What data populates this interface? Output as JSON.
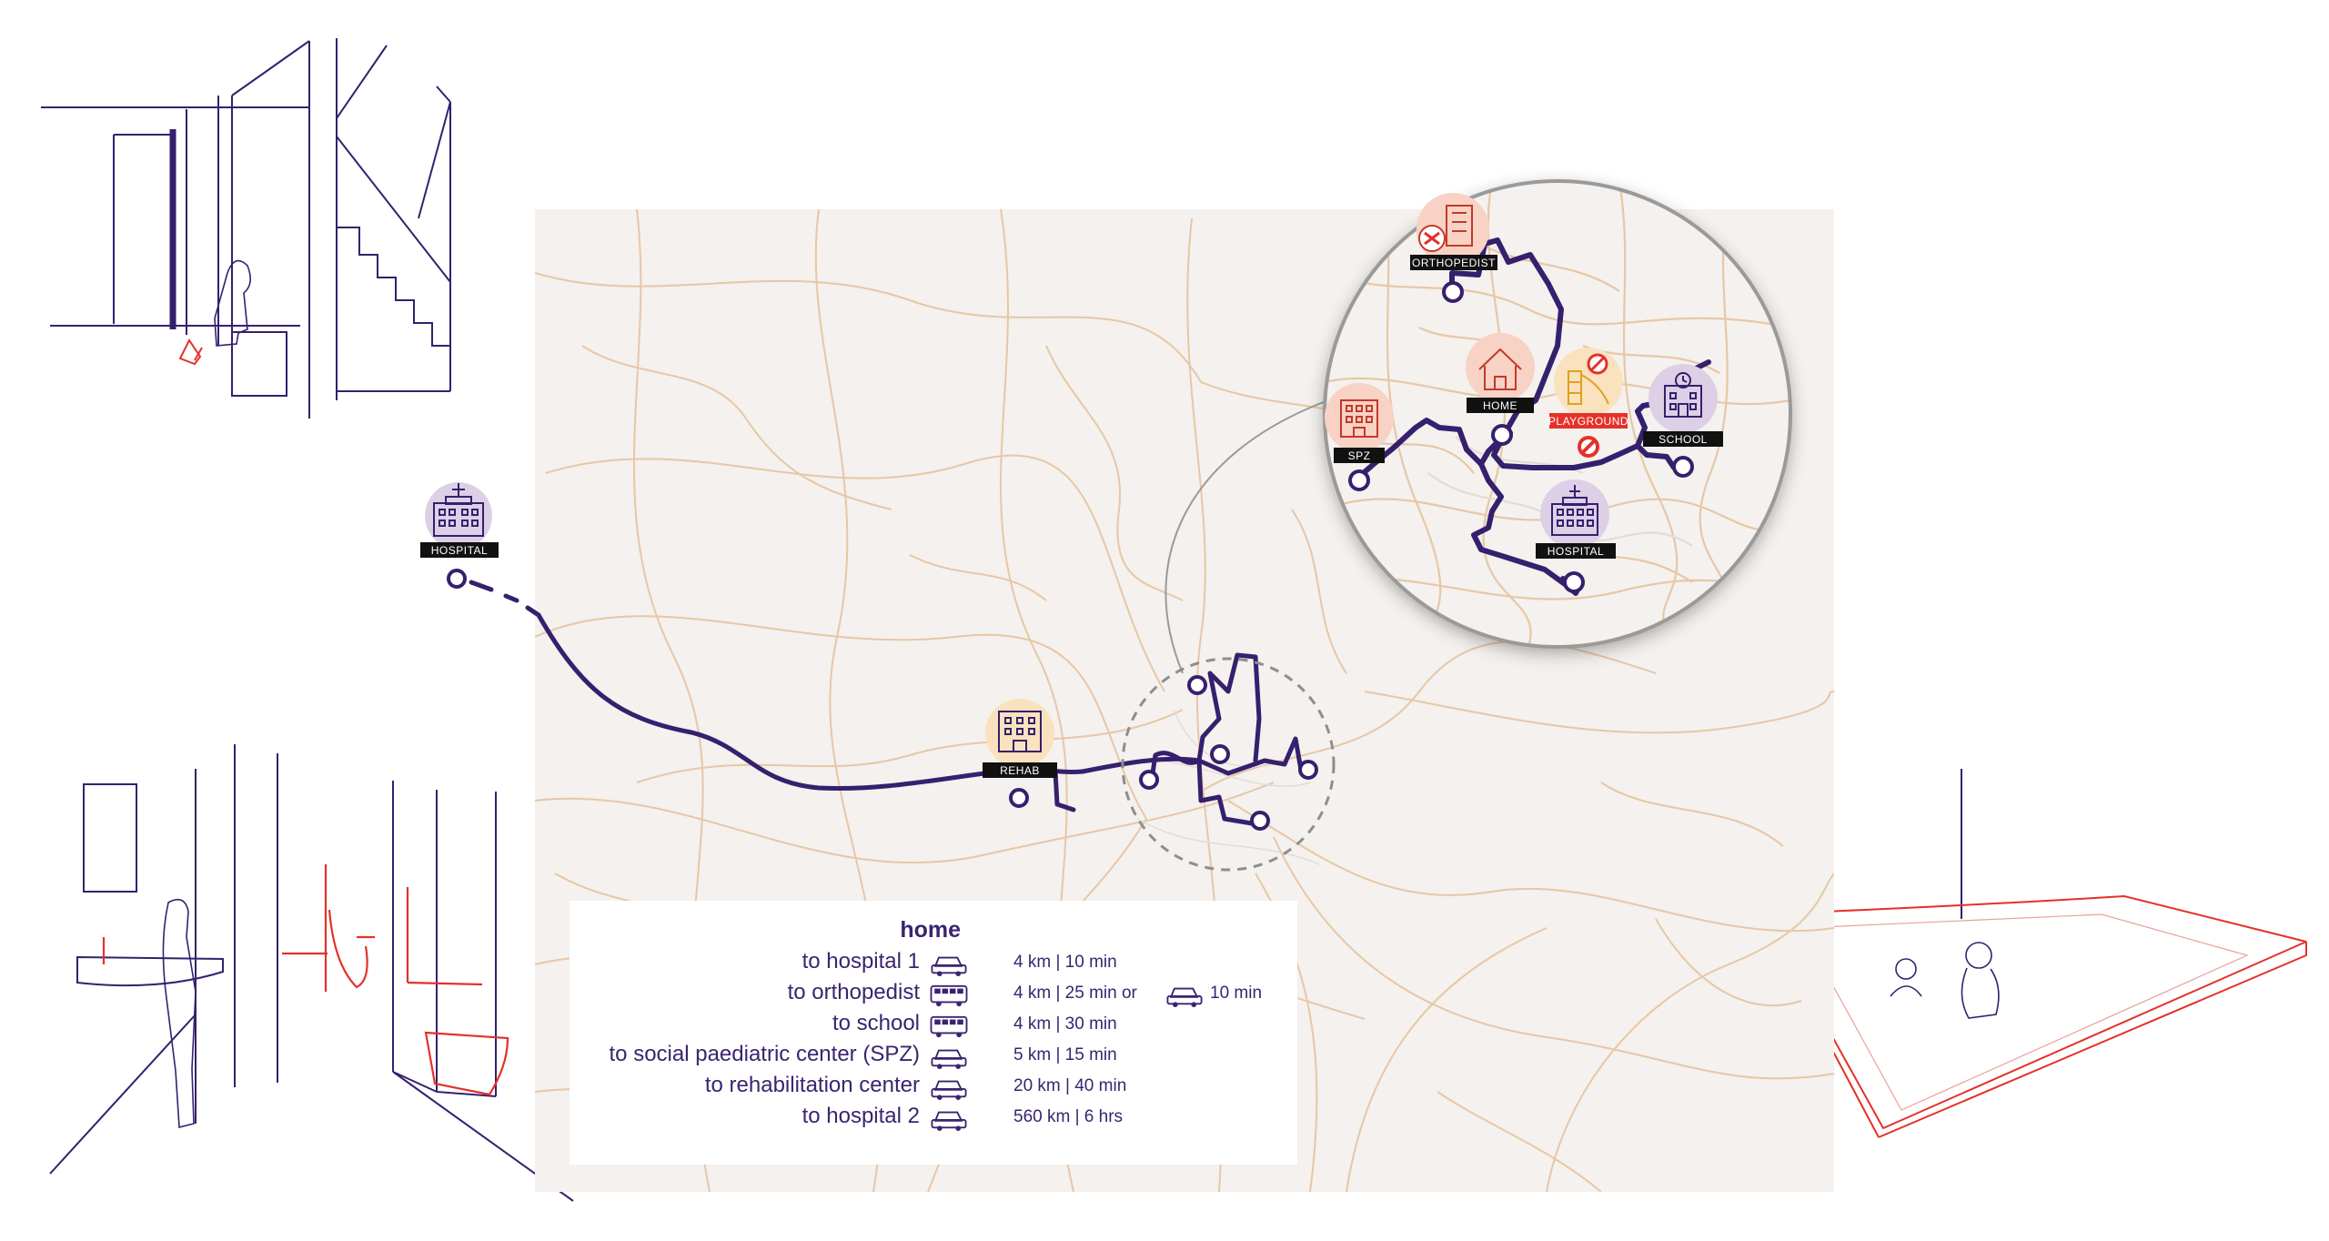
{
  "map": {
    "labels": {
      "hospital_far": "HOSPITAL",
      "rehab": "REHAB",
      "orthopedist": "ORTHOPEDIST",
      "home": "HOME",
      "playground": "PLAYGROUND",
      "spz": "SPZ",
      "school": "SCHOOL",
      "hospital_zoom": "HOSPITAL"
    },
    "colors": {
      "route": "#35206e",
      "roads": "#e7c7a6",
      "map_bg": "#f4f1ee",
      "icon_pink": "#f8d2c5",
      "icon_purple": "#ddd0e6",
      "icon_yellow": "#f9e2bd",
      "alert_red": "#e4312a"
    }
  },
  "legend": {
    "title": "home",
    "rows": [
      {
        "destination": "to hospital 1",
        "vehicle": "car-icon",
        "info": "4 km | 10 min"
      },
      {
        "destination": "to orthopedist",
        "vehicle": "bus-icon",
        "info": "4 km  | 25 min or",
        "alt_vehicle": "car-icon",
        "alt_info": "10 min"
      },
      {
        "destination": "to school",
        "vehicle": "bus-icon",
        "info": "4 km | 30 min"
      },
      {
        "destination": "to social paediatric center (SPZ)",
        "vehicle": "car-icon",
        "info": "5 km | 15 min"
      },
      {
        "destination": "to rehabilitation center",
        "vehicle": "car-icon",
        "info": "20 km | 40 min"
      },
      {
        "destination": "to hospital 2",
        "vehicle": "car-icon",
        "info": "560 km | 6 hrs"
      }
    ]
  }
}
